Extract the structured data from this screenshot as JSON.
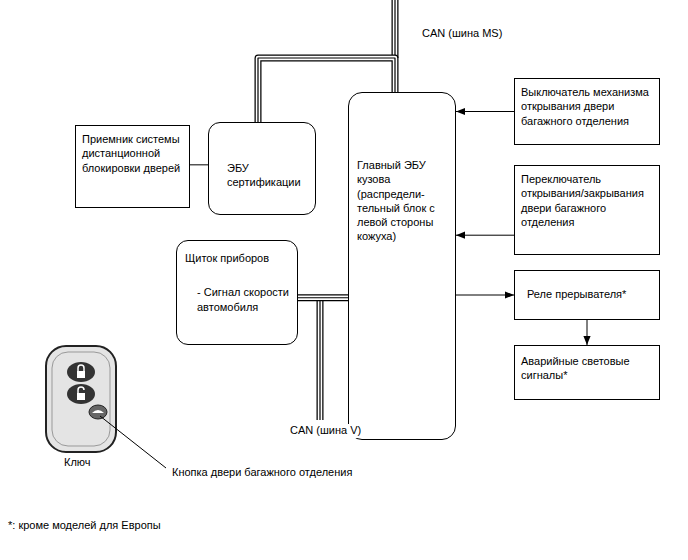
{
  "diagram": {
    "nodes": [
      {
        "text": [
          "Приемник системы дистанционной блокировки дверей"
        ]
      },
      {
        "text": [
          "ЭБУ сертификации"
        ]
      },
      {
        "text": [
          "Главный ЭБУ кузова (распредели- тельный блок с левой стороны кожуха)"
        ]
      },
      {
        "text": [
          "Выключатель механизма открывания двери багажного отделения"
        ]
      },
      {
        "text": [
          "Переключатель открывания/закрывания двери багажного отделения"
        ]
      },
      {
        "text": [
          "Щиток приборов",
          "- Сигнал скорости автомобиля"
        ]
      },
      {
        "text": [
          "Реле прерывателя*"
        ]
      },
      {
        "text": [
          "Аварийные световые сигналы*"
        ]
      }
    ],
    "edges": [
      {
        "from": 0,
        "to": 1,
        "arrow": "none"
      },
      {
        "from": 1,
        "to": 2,
        "arrow": "none"
      },
      {
        "from": 5,
        "to": 2,
        "arrow": "none"
      },
      {
        "from": 3,
        "to": 2,
        "arrow": "to"
      },
      {
        "from": 4,
        "to": 2,
        "arrow": "to"
      },
      {
        "from": 2,
        "to": 6,
        "arrow": "to"
      },
      {
        "from": 6,
        "to": 7,
        "arrow": "to"
      }
    ],
    "labels": [
      "CAN (шина MS)",
      "CAN (шина V)",
      "Ключ",
      "Кнопка двери багажного отделения",
      "*: кроме моделей для Европы"
    ]
  }
}
